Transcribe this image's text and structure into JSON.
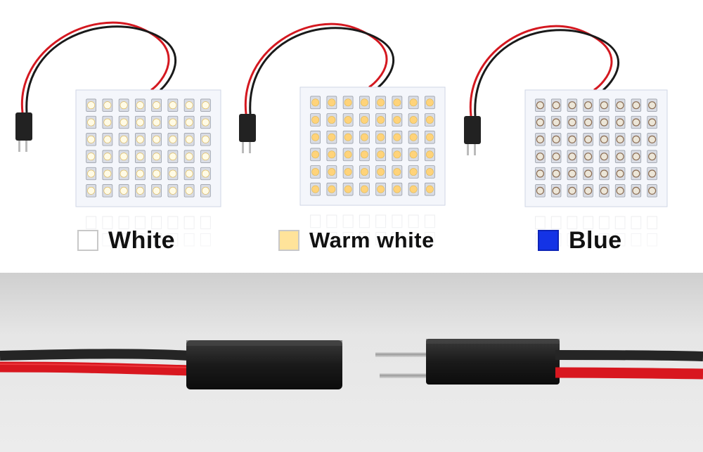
{
  "panels": [
    {
      "label": "White",
      "swatch_color": "#ffffff",
      "led_color": "#fffbe6",
      "led_type": "smd-3528-cool"
    },
    {
      "label": "Warm white",
      "swatch_color": "#ffe39a",
      "led_color": "#ffd37a",
      "led_type": "smd-3528-warm"
    },
    {
      "label": "Blue",
      "swatch_color": "#1433e6",
      "led_color": "#ece6d8",
      "led_type": "smd-3528-blue-unlit"
    }
  ],
  "connector_photo": {
    "wire_colors": {
      "red": "#e01a22",
      "black": "#2a2a2a"
    },
    "housing_color": "#1c1c1c",
    "background": "#e7e7e7"
  }
}
